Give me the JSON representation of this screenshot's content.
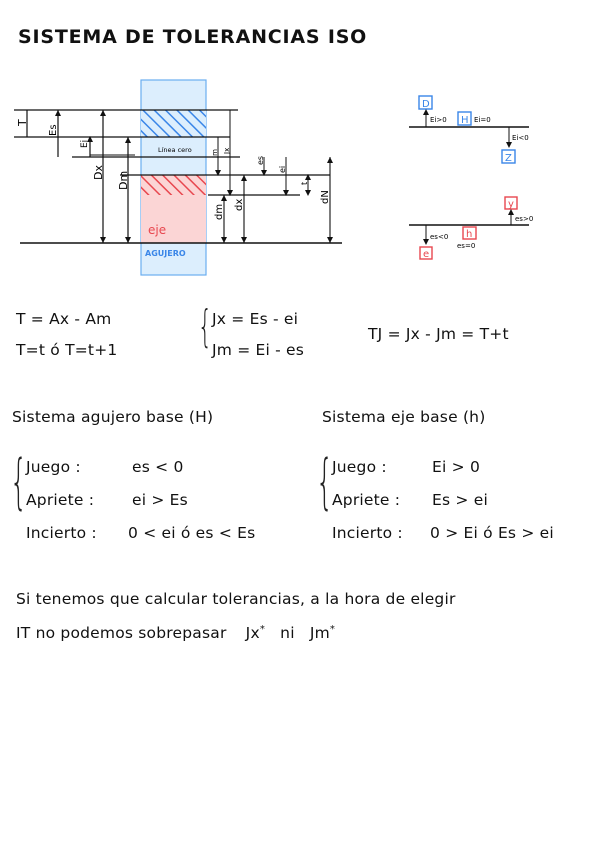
{
  "title": "SISTEMA DE TOLERANCIAS ISO",
  "diagram": {
    "labels": {
      "T": "T",
      "Es": "Es",
      "Ei": "Ei",
      "Dx": "Dx",
      "Dm": "Dm",
      "linea_cero": "Línea cero",
      "Jm": "Jm",
      "Jx": "Jx",
      "es": "es",
      "ei": "ei",
      "t": "t",
      "dm": "dm",
      "dx": "dx",
      "dN": "dN",
      "eje": "eje",
      "agujero": "AGUJERO"
    },
    "hole_positions": {
      "D": "D",
      "D_note": "Ei>0",
      "H": "H",
      "H_note": "Ei=0",
      "Z": "Z",
      "Z_note": "Ei<0"
    },
    "shaft_positions": {
      "y": "y",
      "y_note": "es>0",
      "h": "h",
      "h_note": "es=0",
      "e": "e",
      "e_note": "es<0"
    },
    "colors": {
      "blue": "#3a86e8",
      "red": "#e8474f",
      "pink": "#fbd5d5",
      "lightblue": "#dceefd"
    }
  },
  "formulas": {
    "line1": "T = Ax - Am",
    "line2": "T=t  ó  T=t+1",
    "j1": "Jx = Es - ei",
    "j2": "Jm = Ei - es",
    "tj": "TJ  =  Jx - Jm = T+t"
  },
  "hole_system": {
    "heading": "Sistema agujero base (H)",
    "rows": [
      {
        "label": "Juego :",
        "value": "es < 0"
      },
      {
        "label": "Apriete :",
        "value": "ei > Es"
      },
      {
        "label": "Incierto :",
        "value": "0 < ei ó es < Es"
      }
    ]
  },
  "shaft_system": {
    "heading": "Sistema eje base (h)",
    "rows": [
      {
        "label": "Juego :",
        "value": "Ei > 0"
      },
      {
        "label": "Apriete :",
        "value": "Es > ei"
      },
      {
        "label": "Incierto :",
        "value": "0 > Ei ó Es > ei"
      }
    ]
  },
  "note": {
    "line1": "Si tenemos que calcular tolerancias, a la hora de elegir",
    "line2_prefix": "IT no podemos sobrepasar",
    "jx": "Jx",
    "jm": "Jm",
    "ni": "ni",
    "star": "*"
  }
}
